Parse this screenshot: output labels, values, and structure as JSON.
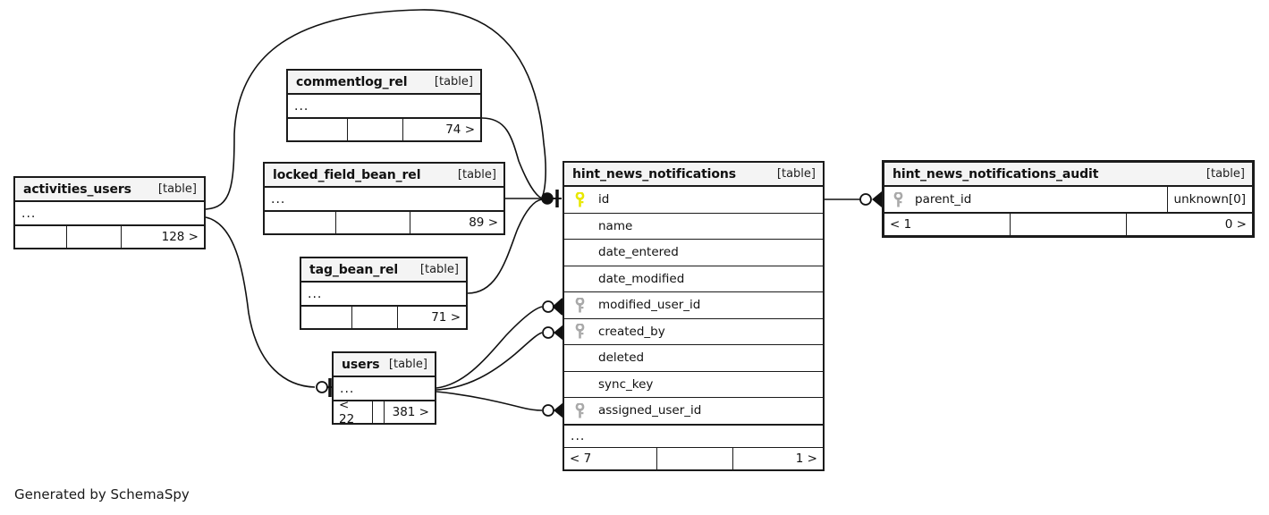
{
  "diagram": {
    "generator_text": "Generated by SchemaSpy",
    "table_kind_label": "[table]",
    "ellipsis": "...",
    "colors": {
      "primary_key": "#e8e800",
      "foreign_key": "#a9a9a9",
      "node_border": "#1b1b1b",
      "header_fill": "#f4f4f4",
      "background": "#ffffff",
      "edge": "#111111"
    }
  },
  "tables": [
    {
      "id": "activities_users",
      "name": "activities_users",
      "kind": "[table]",
      "body": "...",
      "footer": {
        "left": "",
        "mid": "",
        "right": "128 >"
      }
    },
    {
      "id": "commentlog_rel",
      "name": "commentlog_rel",
      "kind": "[table]",
      "body": "...",
      "footer": {
        "left": "",
        "mid": "",
        "right": "74 >"
      }
    },
    {
      "id": "locked_field_bean_rel",
      "name": "locked_field_bean_rel",
      "kind": "[table]",
      "body": "...",
      "footer": {
        "left": "",
        "mid": "",
        "right": "89 >"
      }
    },
    {
      "id": "tag_bean_rel",
      "name": "tag_bean_rel",
      "kind": "[table]",
      "body": "...",
      "footer": {
        "left": "",
        "mid": "",
        "right": "71 >"
      }
    },
    {
      "id": "users",
      "name": "users",
      "kind": "[table]",
      "body": "...",
      "footer": {
        "left": "< 22",
        "mid": "",
        "right": "381 >"
      }
    },
    {
      "id": "hint_news_notifications",
      "name": "hint_news_notifications",
      "kind": "[table]",
      "body": "...",
      "columns": [
        {
          "name": "id",
          "key": "primary"
        },
        {
          "name": "name",
          "key": "none"
        },
        {
          "name": "date_entered",
          "key": "none"
        },
        {
          "name": "date_modified",
          "key": "none"
        },
        {
          "name": "modified_user_id",
          "key": "foreign"
        },
        {
          "name": "created_by",
          "key": "foreign"
        },
        {
          "name": "deleted",
          "key": "none"
        },
        {
          "name": "sync_key",
          "key": "none"
        },
        {
          "name": "assigned_user_id",
          "key": "foreign"
        }
      ],
      "footer": {
        "left": "< 7",
        "mid": "",
        "right": "1 >"
      }
    },
    {
      "id": "hint_news_notifications_audit",
      "name": "hint_news_notifications_audit",
      "kind": "[table]",
      "columns": [
        {
          "name": "parent_id",
          "key": "foreign",
          "type": "unknown[0]"
        }
      ],
      "footer": {
        "left": "< 1",
        "mid": "",
        "right": "0 >"
      }
    }
  ]
}
